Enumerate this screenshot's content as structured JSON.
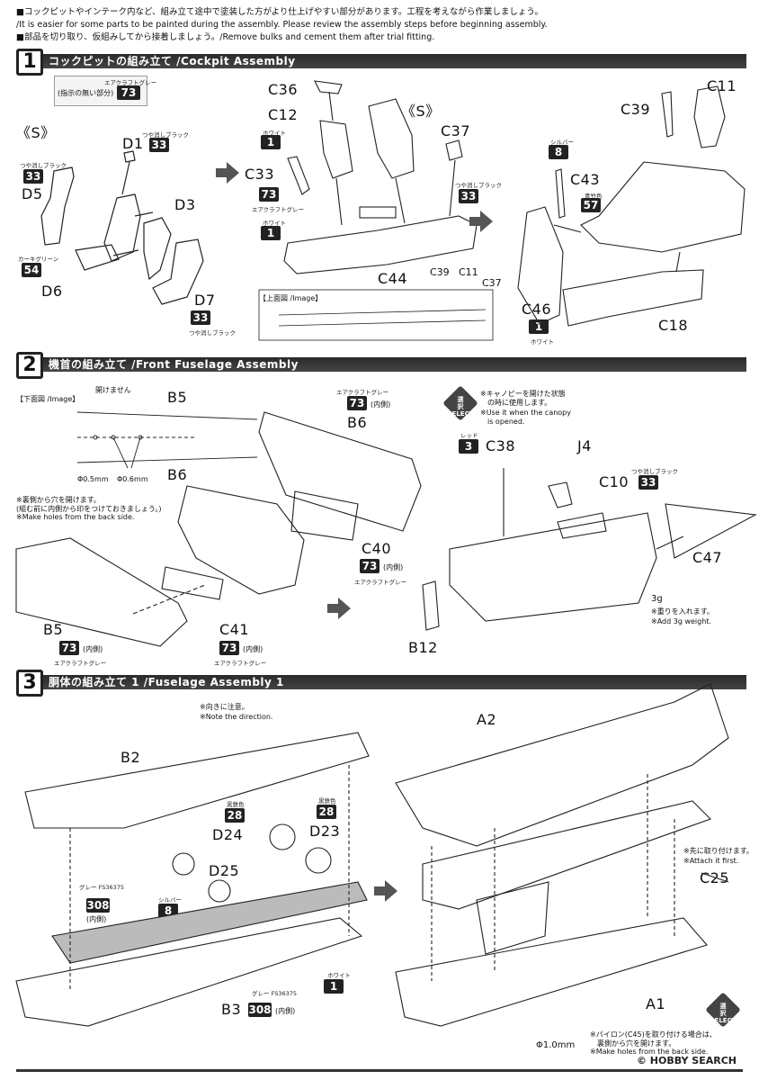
{
  "header": {
    "line1": "■コックピットやインテーク内など、組み立て途中で塗装した方がより仕上げやすい部分があります。工程を考えながら作業しましょう。",
    "line2": "∕It is easier for some parts to be painted during the assembly. Please review the assembly steps before beginning assembly.",
    "line3": "■部品を切り取り、仮組みしてから接着しましょう。∕Remove bulks and cement them after trial fitting."
  },
  "step1": {
    "number": "1",
    "title": "コックピットの組み立て /Cockpit Assembly",
    "default_color_caption": "エアクラフトグレー",
    "default_color_note": "(指示の無い部分)",
    "default_color_code": "73",
    "s_left": "《S》",
    "s_mid": "《S》",
    "labels": {
      "D1": "D1",
      "D5": "D5",
      "D3": "D3",
      "D6": "D6",
      "D7": "D7",
      "C36": "C36",
      "C12": "C12",
      "C33": "C33",
      "C37": "C37",
      "C44": "C44",
      "C39a": "C39",
      "C11a": "C11",
      "C37b": "C37",
      "C11": "C11",
      "C39": "C39",
      "C43": "C43",
      "C46": "C46",
      "C18": "C18"
    },
    "colors": {
      "D1": {
        "cap": "つや消しブラック",
        "code": "33"
      },
      "D5": {
        "cap": "つや消しブラック",
        "code": "33"
      },
      "D6": {
        "cap": "カーキグリーン",
        "code": "54"
      },
      "D7": {
        "cap": "つや消しブラック",
        "code": "33"
      },
      "C12": {
        "cap": "ホワイト",
        "code": "1"
      },
      "C33": {
        "cap": "エアクラフトグレー",
        "code": "73"
      },
      "C44": {
        "cap": "ホワイト",
        "code": "1"
      },
      "C37": {
        "cap": "つや消しブラック",
        "code": "33"
      },
      "C43": {
        "cap": "シルバー",
        "code": "8"
      },
      "C43b": {
        "cap": "青竹色",
        "code": "57"
      },
      "C46": {
        "cap": "ホワイト",
        "code": "1"
      }
    },
    "image_label": "【上面図 /Image】"
  },
  "step2": {
    "number": "2",
    "title": "機首の組み立て /Front Fuselage Assembly",
    "image_label": "【下面図 /Image】",
    "no_open": "開けません",
    "hole1": "Φ0.5mm",
    "hole2": "Φ0.6mm",
    "back_note1": "※裏側から穴を開けます。",
    "back_note2": "(組む前に内側から印をつけておきましょう。)",
    "back_note3": "※Make holes from the back side.",
    "select_line1": "選",
    "select_line2": "択",
    "select_line3": "SELECT",
    "canopy_note1": "※キャノピーを開けた状態",
    "canopy_note2": "の時に使用します。",
    "canopy_note3": "※Use it when the canopy",
    "canopy_note4": "is opened.",
    "weight": "3g",
    "weight_note1": "※重りを入れます。",
    "weight_note2": "※Add 3g weight.",
    "labels": {
      "B5": "B5",
      "B6": "B6",
      "B6b": "B6",
      "B5b": "B5",
      "C40": "C40",
      "C41": "C41",
      "C38": "C38",
      "J4": "J4",
      "C10": "C10",
      "C47": "C47",
      "B12": "B12"
    },
    "colors": {
      "B6": {
        "cap": "エアクラフトグレー",
        "code": "73",
        "suffix": "(内側)"
      },
      "C40": {
        "cap": "エアクラフトグレー",
        "code": "73",
        "suffix": "(内側)"
      },
      "B5": {
        "cap": "エアクラフトグレー",
        "code": "73",
        "suffix": "(内側)"
      },
      "C41": {
        "cap": "エアクラフトグレー",
        "code": "73",
        "suffix": "(内側)"
      },
      "C38": {
        "cap": "レッド",
        "code": "3"
      },
      "C10": {
        "cap": "つや消しブラック",
        "code": "33"
      }
    }
  },
  "step3": {
    "number": "3",
    "title": "胴体の組み立て 1 /Fuselage Assembly 1",
    "direction_note1": "※向きに注意。",
    "direction_note2": "※Note the direction.",
    "attach_note1": "※先に取り付けます。",
    "attach_note2": "※Attach it first.",
    "pylon_note1": "※パイロン(C45)を取り付ける場合は、",
    "pylon_note2": "裏側から穴を開けます。",
    "pylon_note3": "※Make holes from the back side.",
    "hole": "Φ1.0mm",
    "labels": {
      "B2": "B2",
      "D24": "D24",
      "D23": "D23",
      "D25": "D25",
      "B3": "B3",
      "A2": "A2",
      "A1": "A1",
      "C25": "C25"
    },
    "colors": {
      "D24": {
        "cap": "黒鉄色",
        "code": "28"
      },
      "D23": {
        "cap": "黒鉄色",
        "code": "28"
      },
      "B2": {
        "cap": "グレー FS36375",
        "code": "308",
        "suffix": "(内側)"
      },
      "D25": {
        "cap": "シルバー",
        "code": "8"
      },
      "B3": {
        "cap": "グレー FS36375",
        "code": "308",
        "suffix": "(内側)"
      },
      "B3w": {
        "cap": "ホワイト",
        "code": "1"
      }
    }
  },
  "footer": {
    "watermark": "© HOBBY SEARCH"
  }
}
